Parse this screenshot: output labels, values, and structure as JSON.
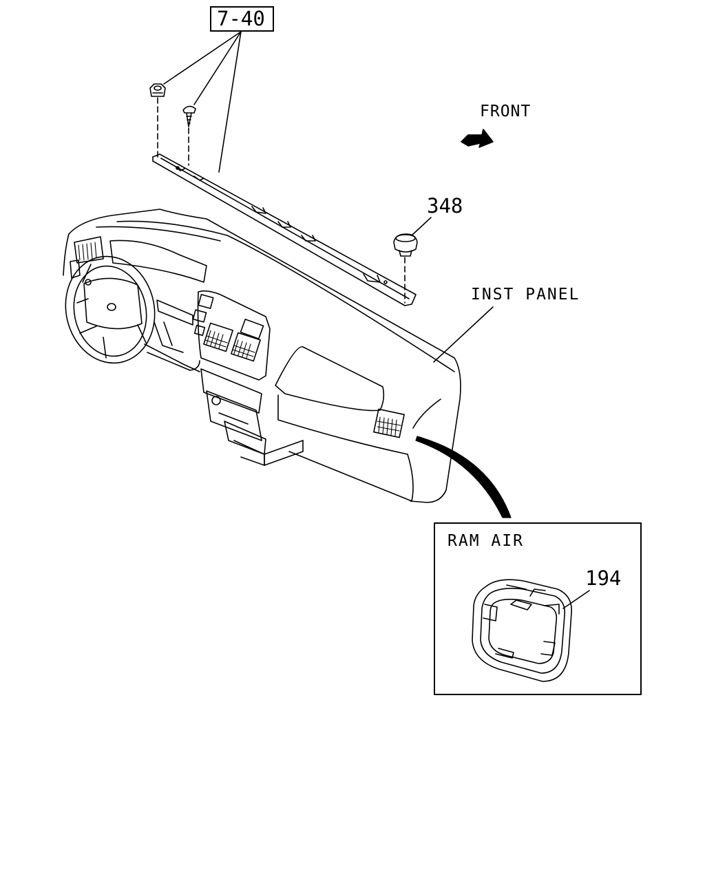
{
  "reference": {
    "label": "7-40"
  },
  "direction": {
    "label": "FRONT",
    "icon": "front-arrow-icon"
  },
  "parts": {
    "clip": {
      "number": "348"
    },
    "instrument_panel": {
      "label": "INST PANEL"
    }
  },
  "detail": {
    "title": "RAM AIR",
    "part_number": "194"
  }
}
